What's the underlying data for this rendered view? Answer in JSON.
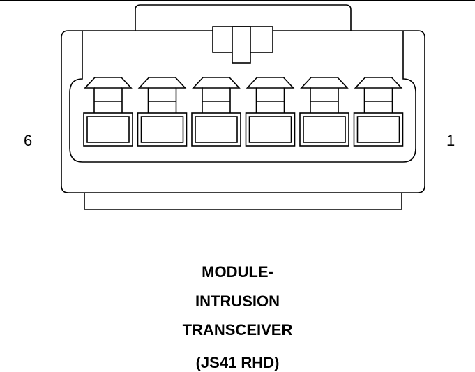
{
  "diagram": {
    "pin_left_label": "6",
    "pin_right_label": "1",
    "title_lines": [
      "MODULE-",
      "INTRUSION",
      "TRANSCEIVER"
    ],
    "variant": "(JS41 RHD)",
    "cavity_count": 6,
    "line_color": "#000000",
    "background_color": "#ffffff"
  }
}
